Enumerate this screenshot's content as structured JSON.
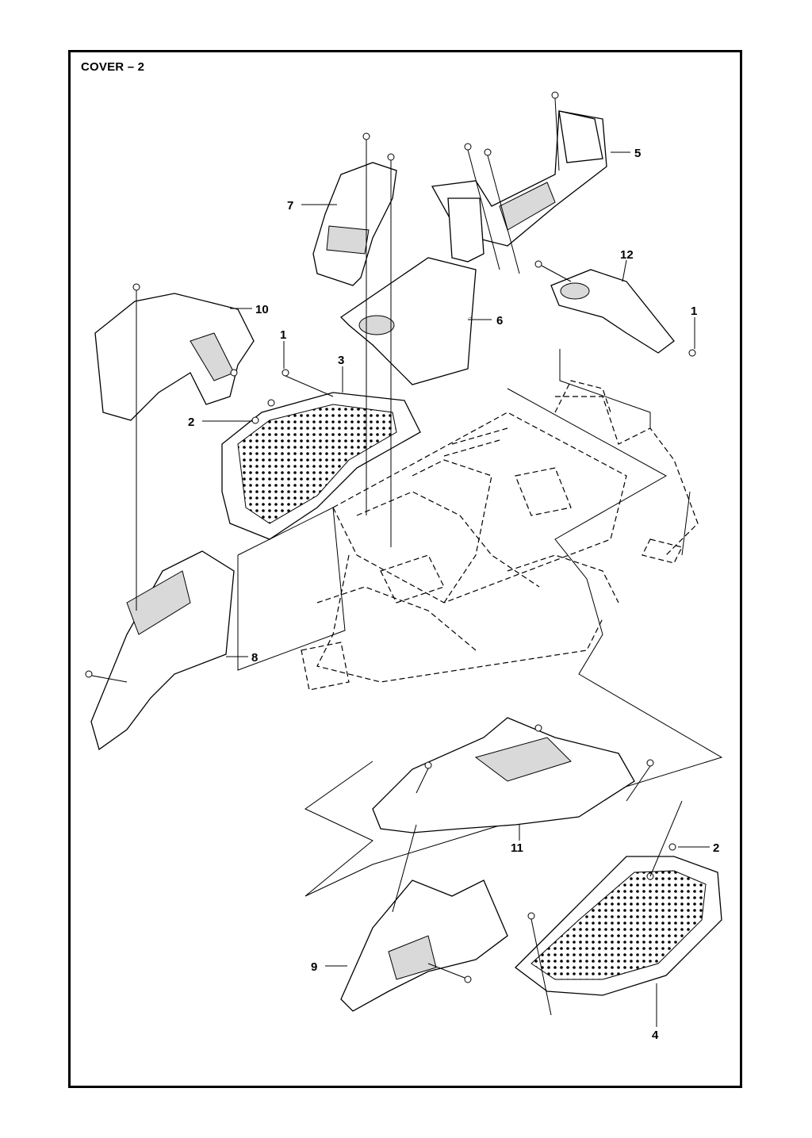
{
  "diagram": {
    "title": "COVER – 2",
    "callouts": [
      {
        "id": "1a",
        "label": "1"
      },
      {
        "id": "1b",
        "label": "1"
      },
      {
        "id": "2a",
        "label": "2"
      },
      {
        "id": "2b",
        "label": "2"
      },
      {
        "id": "3",
        "label": "3"
      },
      {
        "id": "4",
        "label": "4"
      },
      {
        "id": "5",
        "label": "5"
      },
      {
        "id": "6",
        "label": "6"
      },
      {
        "id": "7",
        "label": "7"
      },
      {
        "id": "8",
        "label": "8"
      },
      {
        "id": "9",
        "label": "9"
      },
      {
        "id": "10",
        "label": "10"
      },
      {
        "id": "11",
        "label": "11"
      },
      {
        "id": "12",
        "label": "12"
      }
    ]
  }
}
